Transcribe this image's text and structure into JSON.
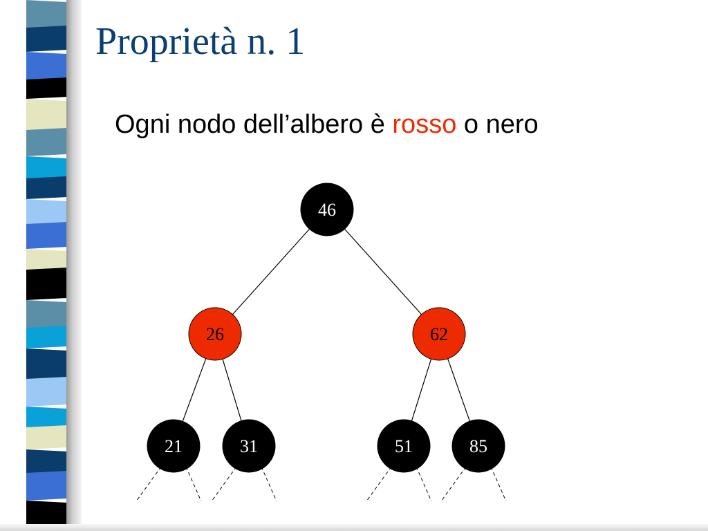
{
  "slide": {
    "title": "Proprietà n. 1",
    "subtitle": {
      "before": "Ogni nodo dell’albero è ",
      "highlight": "rosso",
      "after": " o nero"
    }
  },
  "colors": {
    "title": "#0b3f73",
    "highlight": "#ee2a00",
    "node_black": "#000000",
    "node_red": "#ee2a00",
    "edge": "#000000"
  },
  "tree": {
    "nodes": [
      {
        "id": "n46",
        "label": "46",
        "color": "black",
        "parent": null
      },
      {
        "id": "n26",
        "label": "26",
        "color": "red",
        "parent": "n46"
      },
      {
        "id": "n62",
        "label": "62",
        "color": "red",
        "parent": "n46"
      },
      {
        "id": "n21",
        "label": "21",
        "color": "black",
        "parent": "n26"
      },
      {
        "id": "n31",
        "label": "31",
        "color": "black",
        "parent": "n26"
      },
      {
        "id": "n51",
        "label": "51",
        "color": "black",
        "parent": "n62"
      },
      {
        "id": "n85",
        "label": "85",
        "color": "black",
        "parent": "n62"
      }
    ],
    "dashed_children_of": [
      "n21",
      "n31",
      "n51",
      "n85"
    ]
  }
}
